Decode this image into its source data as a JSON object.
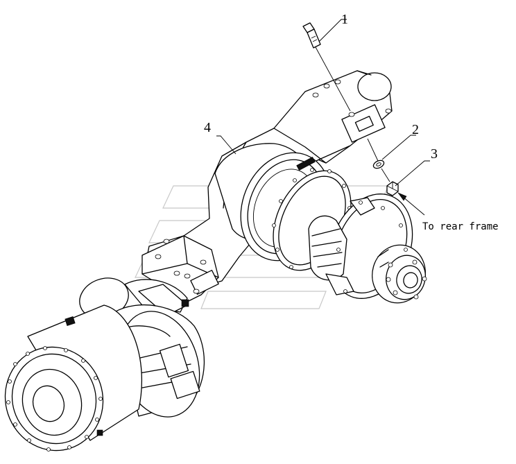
{
  "callouts": [
    {
      "id": "1",
      "label": "1"
    },
    {
      "id": "2",
      "label": "2"
    },
    {
      "id": "3",
      "label": "3"
    },
    {
      "id": "4",
      "label": "4"
    }
  ],
  "note": "To rear frame",
  "colors": {
    "line": "#000000",
    "background": "#ffffff",
    "watermark": "#9a9a9a"
  }
}
